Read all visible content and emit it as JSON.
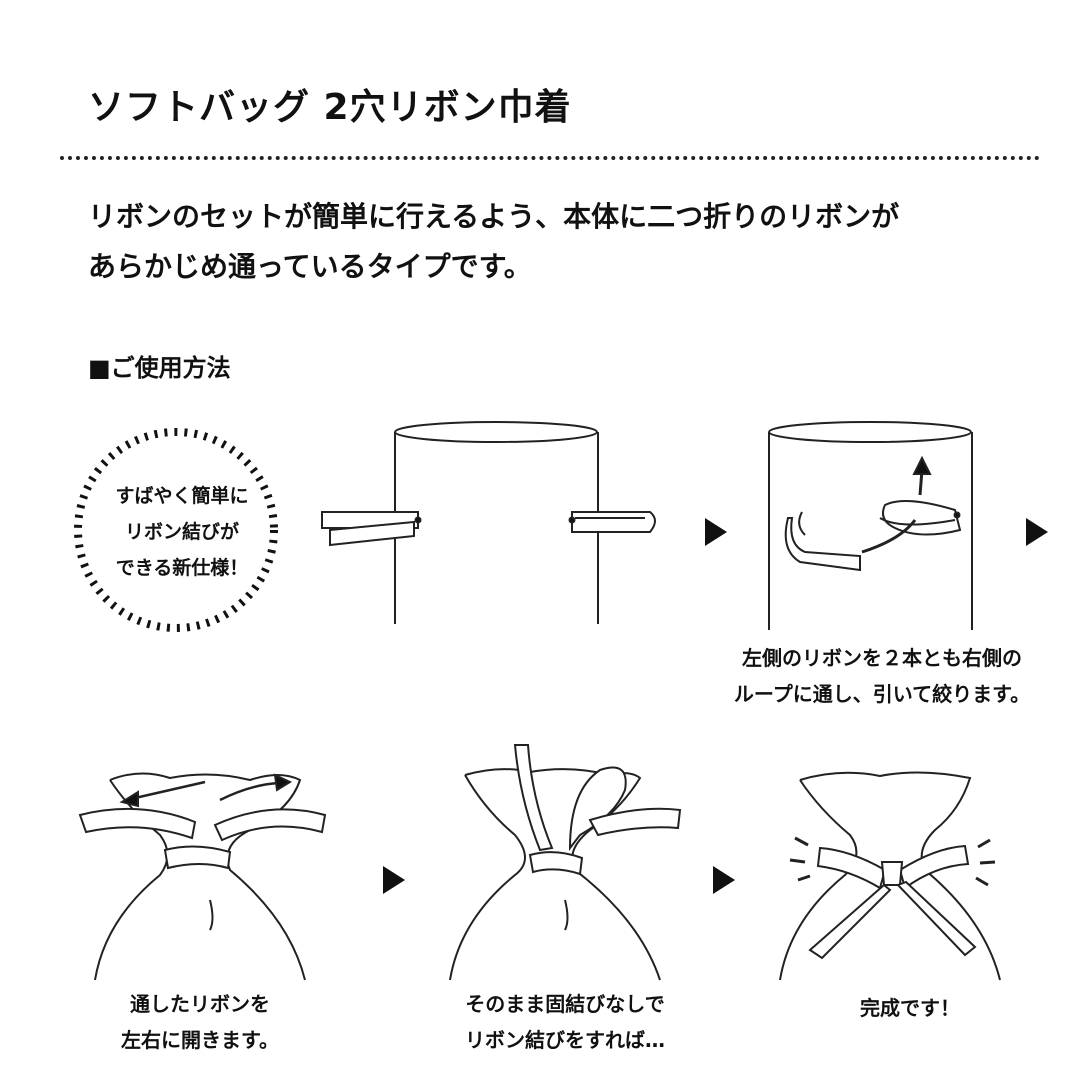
{
  "header": {
    "title": "ソフトバッグ 2穴リボン巾着"
  },
  "description": {
    "line1": "リボンのセットが簡単に行えるよう、本体に二つ折りのリボンが",
    "line2": "あらかじめ通っているタイプです。"
  },
  "usage": {
    "heading": "■ご使用方法",
    "badge": {
      "line1": "すばやく簡単に",
      "line2": "リボン結びが",
      "line3": "できる新仕様！"
    },
    "steps": [
      {
        "line1": "左側のリボンを２本とも右側の",
        "line2": "ループに通し、引いて絞ります。"
      },
      {
        "line1": "通したリボンを",
        "line2": "左右に開きます。"
      },
      {
        "line1": "そのまま固結びなしで",
        "line2": "リボン結びをすれば…"
      },
      {
        "line1": "完成です！",
        "line2": ""
      }
    ]
  }
}
